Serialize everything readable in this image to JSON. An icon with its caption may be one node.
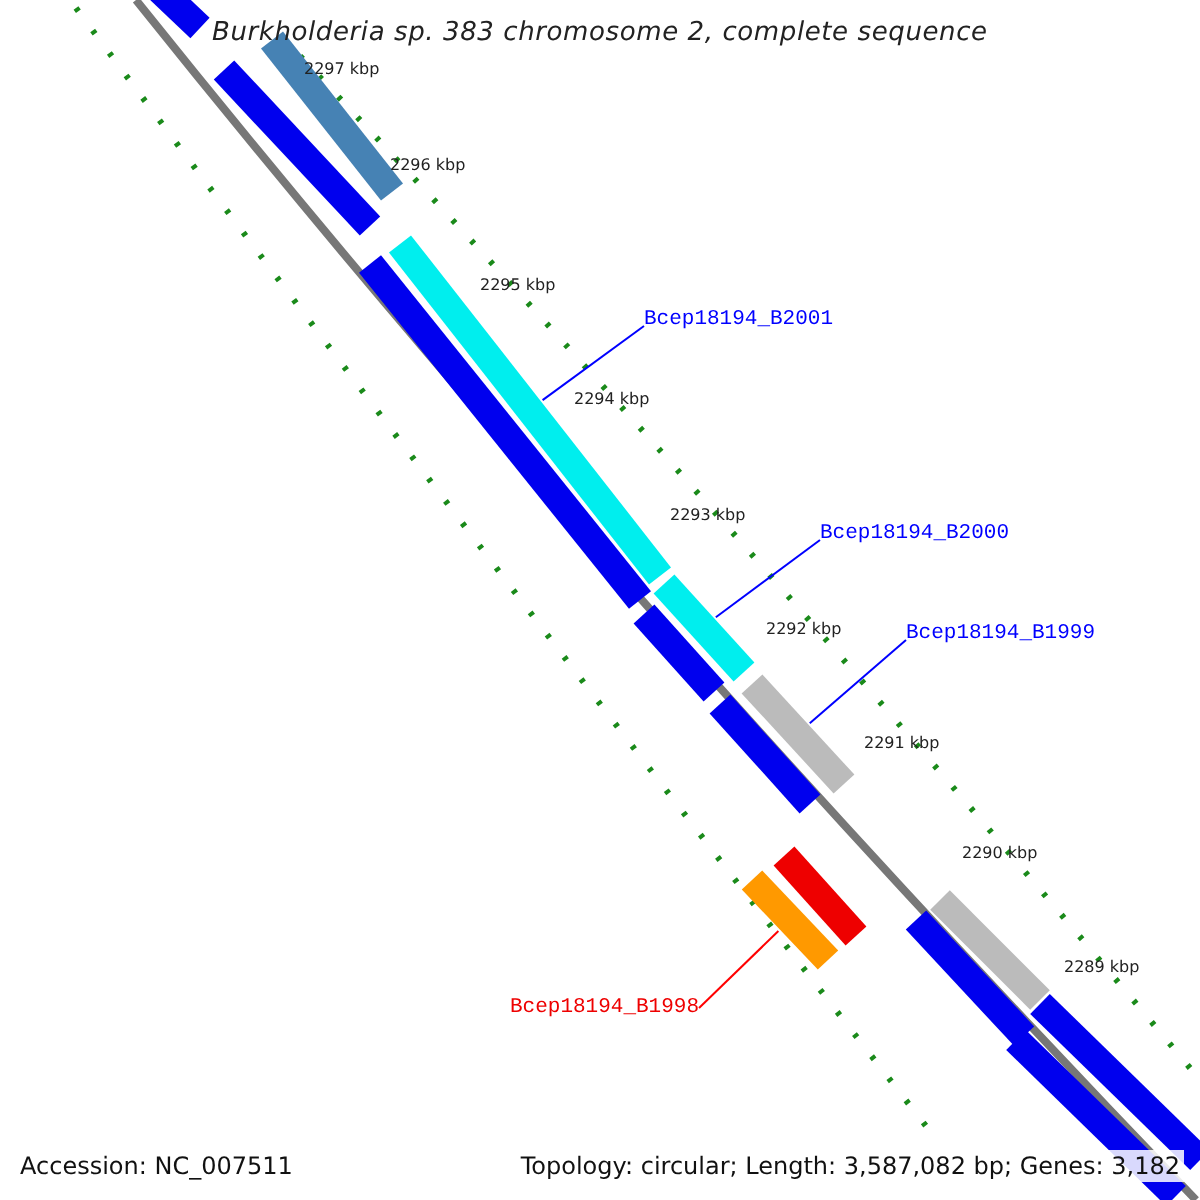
{
  "diagram": {
    "title": "Burkholderia sp. 383 chromosome 2, complete sequence",
    "nodes": [
      {
        "text": [
          "Bcep18194_B2001"
        ]
      },
      {
        "text": [
          "Bcep18194_B2000"
        ]
      },
      {
        "text": [
          "Bcep18194_B1999"
        ]
      },
      {
        "text": [
          "Bcep18194_B1998"
        ]
      },
      {
        "text": [],
        "shape": "bar"
      },
      {
        "text": [],
        "shape": "bar"
      },
      {
        "text": [],
        "shape": "bar"
      },
      {
        "text": [],
        "shape": "bar"
      },
      {
        "text": [],
        "shape": "bar"
      },
      {
        "text": [],
        "shape": "bar"
      },
      {
        "text": [],
        "shape": "bar"
      },
      {
        "text": [],
        "shape": "bar"
      },
      {
        "text": [],
        "shape": "bar"
      },
      {
        "text": [],
        "shape": "bar"
      },
      {
        "text": [],
        "shape": "bar"
      },
      {
        "text": [],
        "shape": "bar"
      },
      {
        "text": [],
        "shape": "bar"
      },
      {
        "text": [],
        "shape": "bar"
      },
      {
        "text": [],
        "shape": "bar"
      }
    ],
    "edges": [
      {
        "from": 0,
        "to": 7,
        "arrow": "none"
      },
      {
        "from": 1,
        "to": 9,
        "arrow": "none"
      },
      {
        "from": 2,
        "to": 11,
        "arrow": "none"
      },
      {
        "from": 3,
        "to": 14,
        "arrow": "none",
        "color": "#ff0000"
      }
    ],
    "labels": [
      "2297 kbp",
      "2296 kbp",
      "2295 kbp",
      "2294 kbp",
      "2293 kbp",
      "2292 kbp",
      "2291 kbp",
      "2290 kbp",
      "2289 kbp",
      "Accession: NC_007511",
      "Topology: circular; Length: 3,587,082 bp; Genes: 3,182"
    ]
  }
}
